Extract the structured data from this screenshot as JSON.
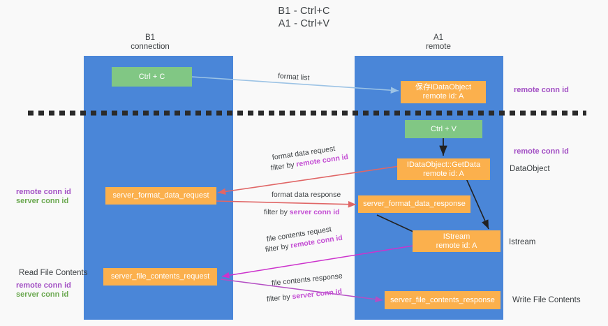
{
  "title": {
    "line1": "B1 - Ctrl+C",
    "line2": "A1 - Ctrl+V"
  },
  "columns": [
    {
      "name": "B1",
      "role": "connection"
    },
    {
      "name": "A1",
      "role": "remote"
    }
  ],
  "boxes": {
    "ctrl_c": {
      "label": "Ctrl + C",
      "color": "#81c784"
    },
    "ctrl_v": {
      "label": "Ctrl + V",
      "color": "#81c784"
    },
    "save_idataobject": {
      "line1": "保存IDataObject",
      "line2": "remote id: A",
      "color": "#fbb04d"
    },
    "idataobject_getdata": {
      "line1": "IDataObject::GetData",
      "line2": "remote id: A",
      "color": "#fbb04d"
    },
    "server_format_data_request": {
      "label": "server_format_data_request",
      "color": "#fbb04d"
    },
    "server_format_data_response": {
      "label": "server_format_data_response",
      "color": "#fbb04d"
    },
    "istream": {
      "line1": "IStream",
      "line2": "remote id: A",
      "color": "#fbb04d"
    },
    "server_file_contents_request": {
      "label": "server_file_contents_request",
      "color": "#fbb04d"
    },
    "server_file_contents_response": {
      "label": "server_file_contents_response",
      "color": "#fbb04d"
    }
  },
  "edges": [
    {
      "id": "format-list",
      "line1": "format list",
      "line2": "",
      "color": "#9cc3e5"
    },
    {
      "id": "format-data-request",
      "line1": "format data request",
      "line2_prefix": "filter by ",
      "line2_key": "remote conn id",
      "color": "#e06666"
    },
    {
      "id": "format-data-response",
      "line1": "format data response",
      "line2_prefix": "filter by ",
      "line2_key": "server conn id",
      "color": "#e06666"
    },
    {
      "id": "file-contents-request",
      "line1": "file contents request",
      "line2_prefix": "filter by ",
      "line2_key": "remote conn id",
      "color": "#cc33cc"
    },
    {
      "id": "file-contents-response",
      "line1": "file contents response",
      "line2_prefix": "filter by ",
      "line2_key": "server conn id",
      "color": "#b44ec4"
    }
  ],
  "side_labels": {
    "remote_conn_id_top": "remote conn id",
    "remote_conn_id_mid": "remote conn id",
    "dataobject": "DataObject",
    "istream": "Istream",
    "write_file_contents": "Write File Contents"
  },
  "left_labels": {
    "remote_conn_id_1": "remote conn id",
    "server_conn_id_1": "server conn id",
    "read_file_contents": "Read File Contents",
    "remote_conn_id_2": "remote conn id",
    "server_conn_id_2": "server conn id"
  },
  "colors": {
    "lane": "#4a86d8",
    "green_box": "#81c784",
    "orange_box": "#fbb04d",
    "remote_conn": "#a24fc4",
    "server_conn": "#6aa84f",
    "divider": "#2b2b2b",
    "background": "#f9f9f9"
  }
}
